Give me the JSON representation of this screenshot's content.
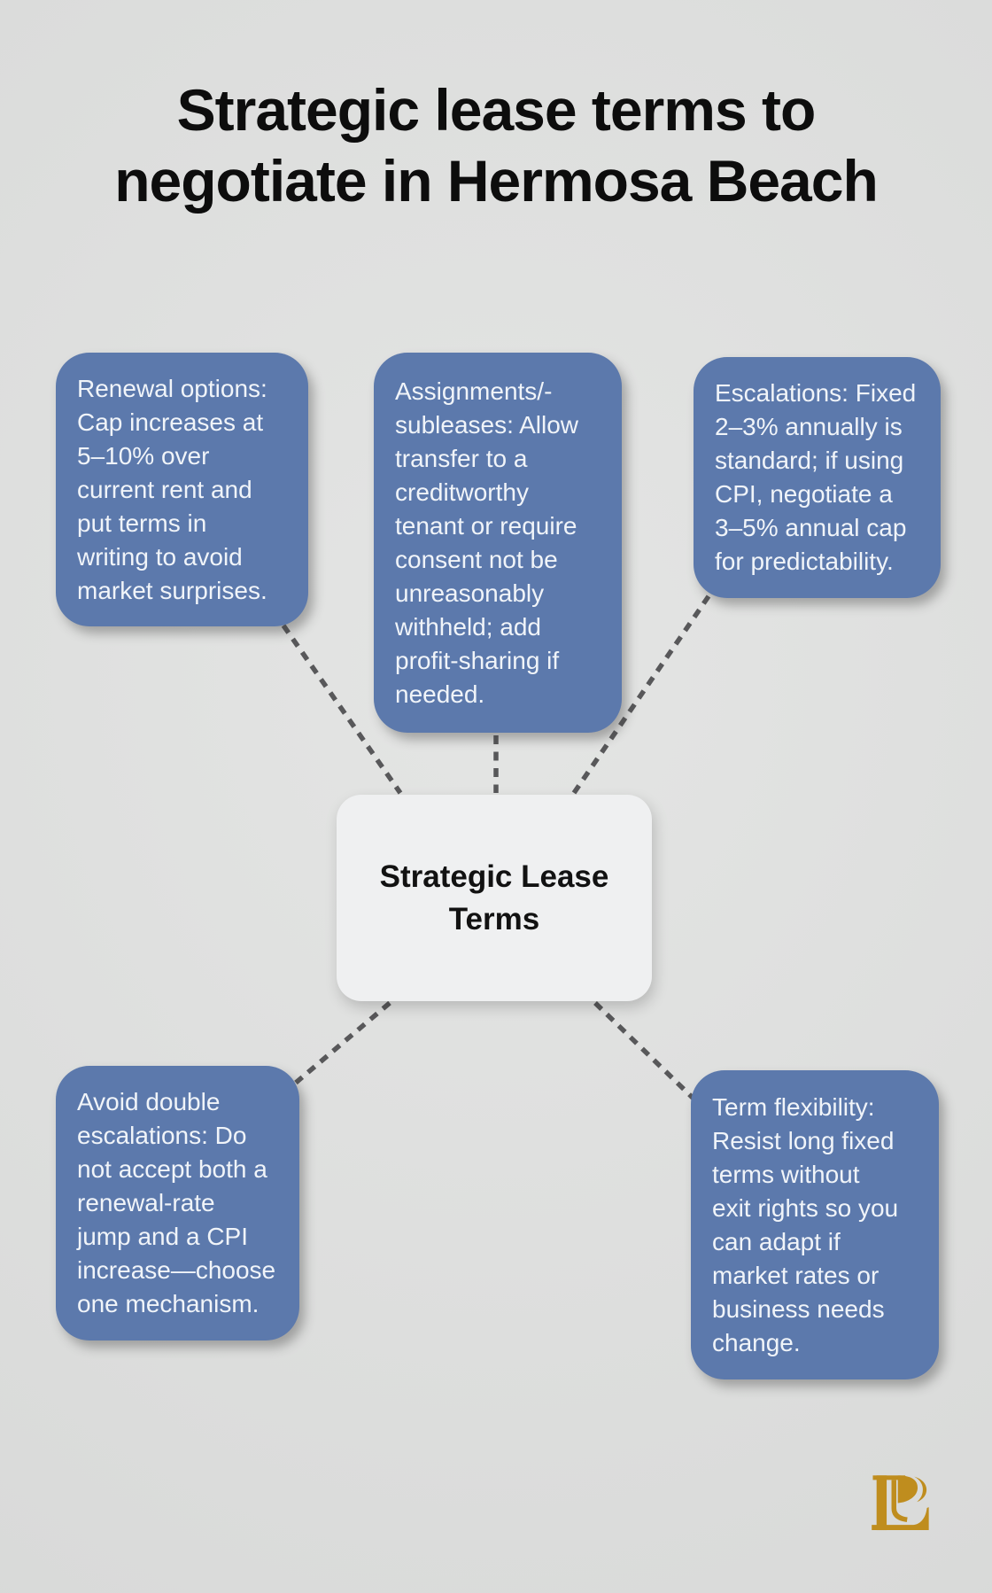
{
  "title": {
    "text": "Strategic lease terms to\nnegotiate in Hermosa Beach"
  },
  "center": {
    "label": "Strategic Lease\nTerms"
  },
  "branches": [
    {
      "id": "renewal-options",
      "text": "Renewal options:\nCap increases at\n5–10% over\ncurrent rent and\nput terms in\nwriting to avoid\nmarket surprises."
    },
    {
      "id": "assignments-subleases",
      "text": "Assignments/-\nsubleases: Allow\ntransfer to a\ncreditworthy\ntenant or require\nconsent not be\nunreasonably\nwithheld; add\nprofit-sharing if\nneeded."
    },
    {
      "id": "escalations",
      "text": "Escalations: Fixed\n2–3% annually is\nstandard; if using\nCPI, negotiate a\n3–5% annual cap\nfor predictability."
    },
    {
      "id": "avoid-double-escalations",
      "text": "Avoid double\nescalations: Do\nnot accept both a\nrenewal-rate\njump and a CPI\nincrease—choose\none mechanism."
    },
    {
      "id": "term-flexibility",
      "text": "Term flexibility:\nResist long fixed\nterms without\nexit rights so you\ncan adapt if\nmarket rates or\nbusiness needs\nchange."
    }
  ],
  "logo": {
    "name": "lp-monogram"
  },
  "colors": {
    "box_blue": "#5c79ac",
    "box_text": "#f0f4f9",
    "center_bg": "#eff0f1",
    "center_text": "#121212",
    "background_a": "#e4e5e4",
    "background_b": "#d9dad9",
    "connector": "#58585a",
    "logo_gold": "#bf8d1e",
    "title_color": "#0d0d0d"
  }
}
